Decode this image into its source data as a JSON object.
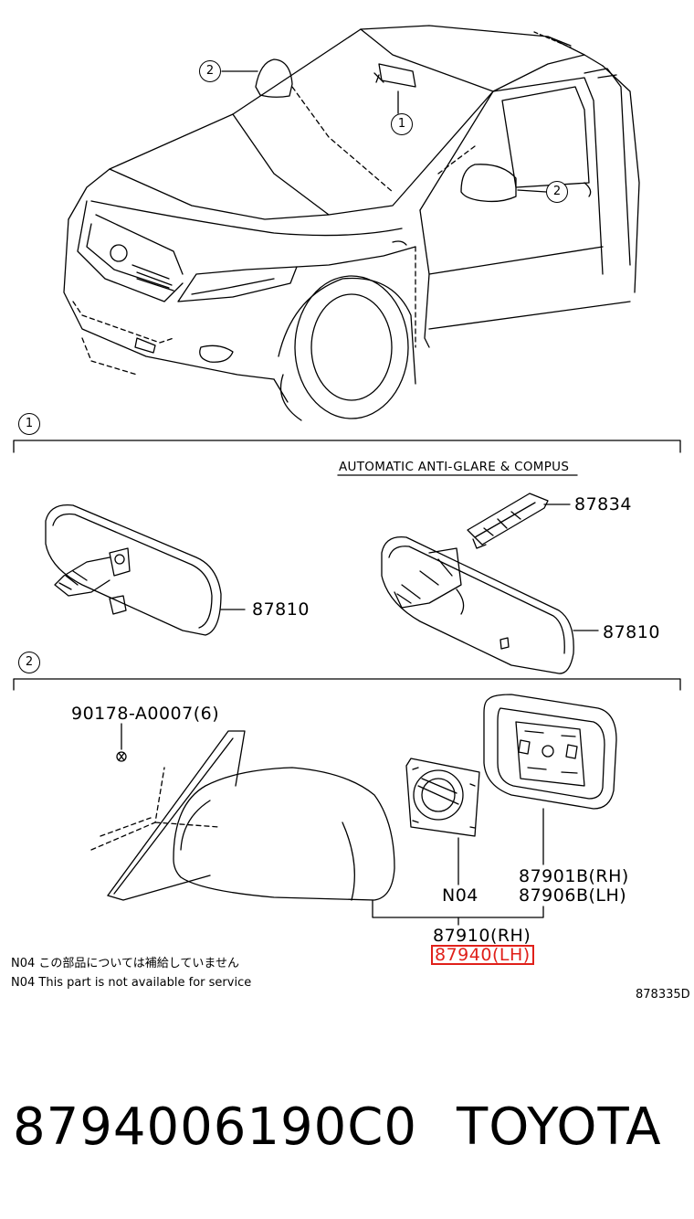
{
  "callouts": {
    "c1": "1",
    "c2": "2"
  },
  "sections": {
    "s1_marker": "1",
    "s2_marker": "2",
    "variant_title": "AUTOMATIC ANTI-GLARE & COMPUS"
  },
  "parts": {
    "p87834": "87834",
    "p87810_a": "87810",
    "p87810_b": "87810",
    "p90178": "90178-A0007(6)",
    "p87901": "87901B(RH)",
    "p87906": "87906B(LH)",
    "n04": "N04",
    "p87910": "87910(RH)",
    "p87940": "87940(LH)"
  },
  "notes": {
    "jp": "N04 この部品については補給していません",
    "en": "N04 This part is not available for service"
  },
  "diagram_code": "878335D",
  "footer": {
    "part_number": "8794006190C0",
    "brand": "TOYOTA"
  },
  "colors": {
    "highlight": "#e0201a"
  }
}
